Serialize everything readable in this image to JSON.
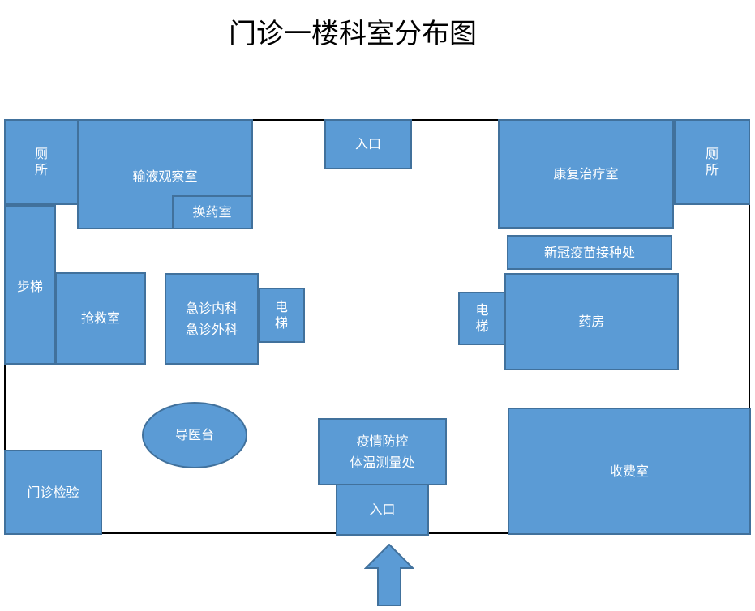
{
  "title": "门诊一楼科室分布图",
  "colors": {
    "room_fill": "#5b9bd5",
    "room_border": "#41719c",
    "outline": "#000000"
  },
  "rooms": {
    "toilet_left": "厕所",
    "infusion": "输液观察室",
    "dressing": "换药室",
    "entrance_top": "入口",
    "rehab": "康复治疗室",
    "toilet_right": "厕所",
    "stairs": "步梯",
    "rescue": "抢救室",
    "emergency_line1": "急诊内科",
    "emergency_line2": "急诊外科",
    "elevator_left": "电梯",
    "vaccine": "新冠疫苗接种处",
    "elevator_right": "电梯",
    "pharmacy": "药房",
    "guide_desk": "导医台",
    "epidemic_line1": "疫情防控",
    "epidemic_line2": "体温测量处",
    "entrance_bottom": "入口",
    "lab": "门诊检验",
    "cashier": "收费室"
  },
  "arrow_icon": "up-arrow-icon"
}
